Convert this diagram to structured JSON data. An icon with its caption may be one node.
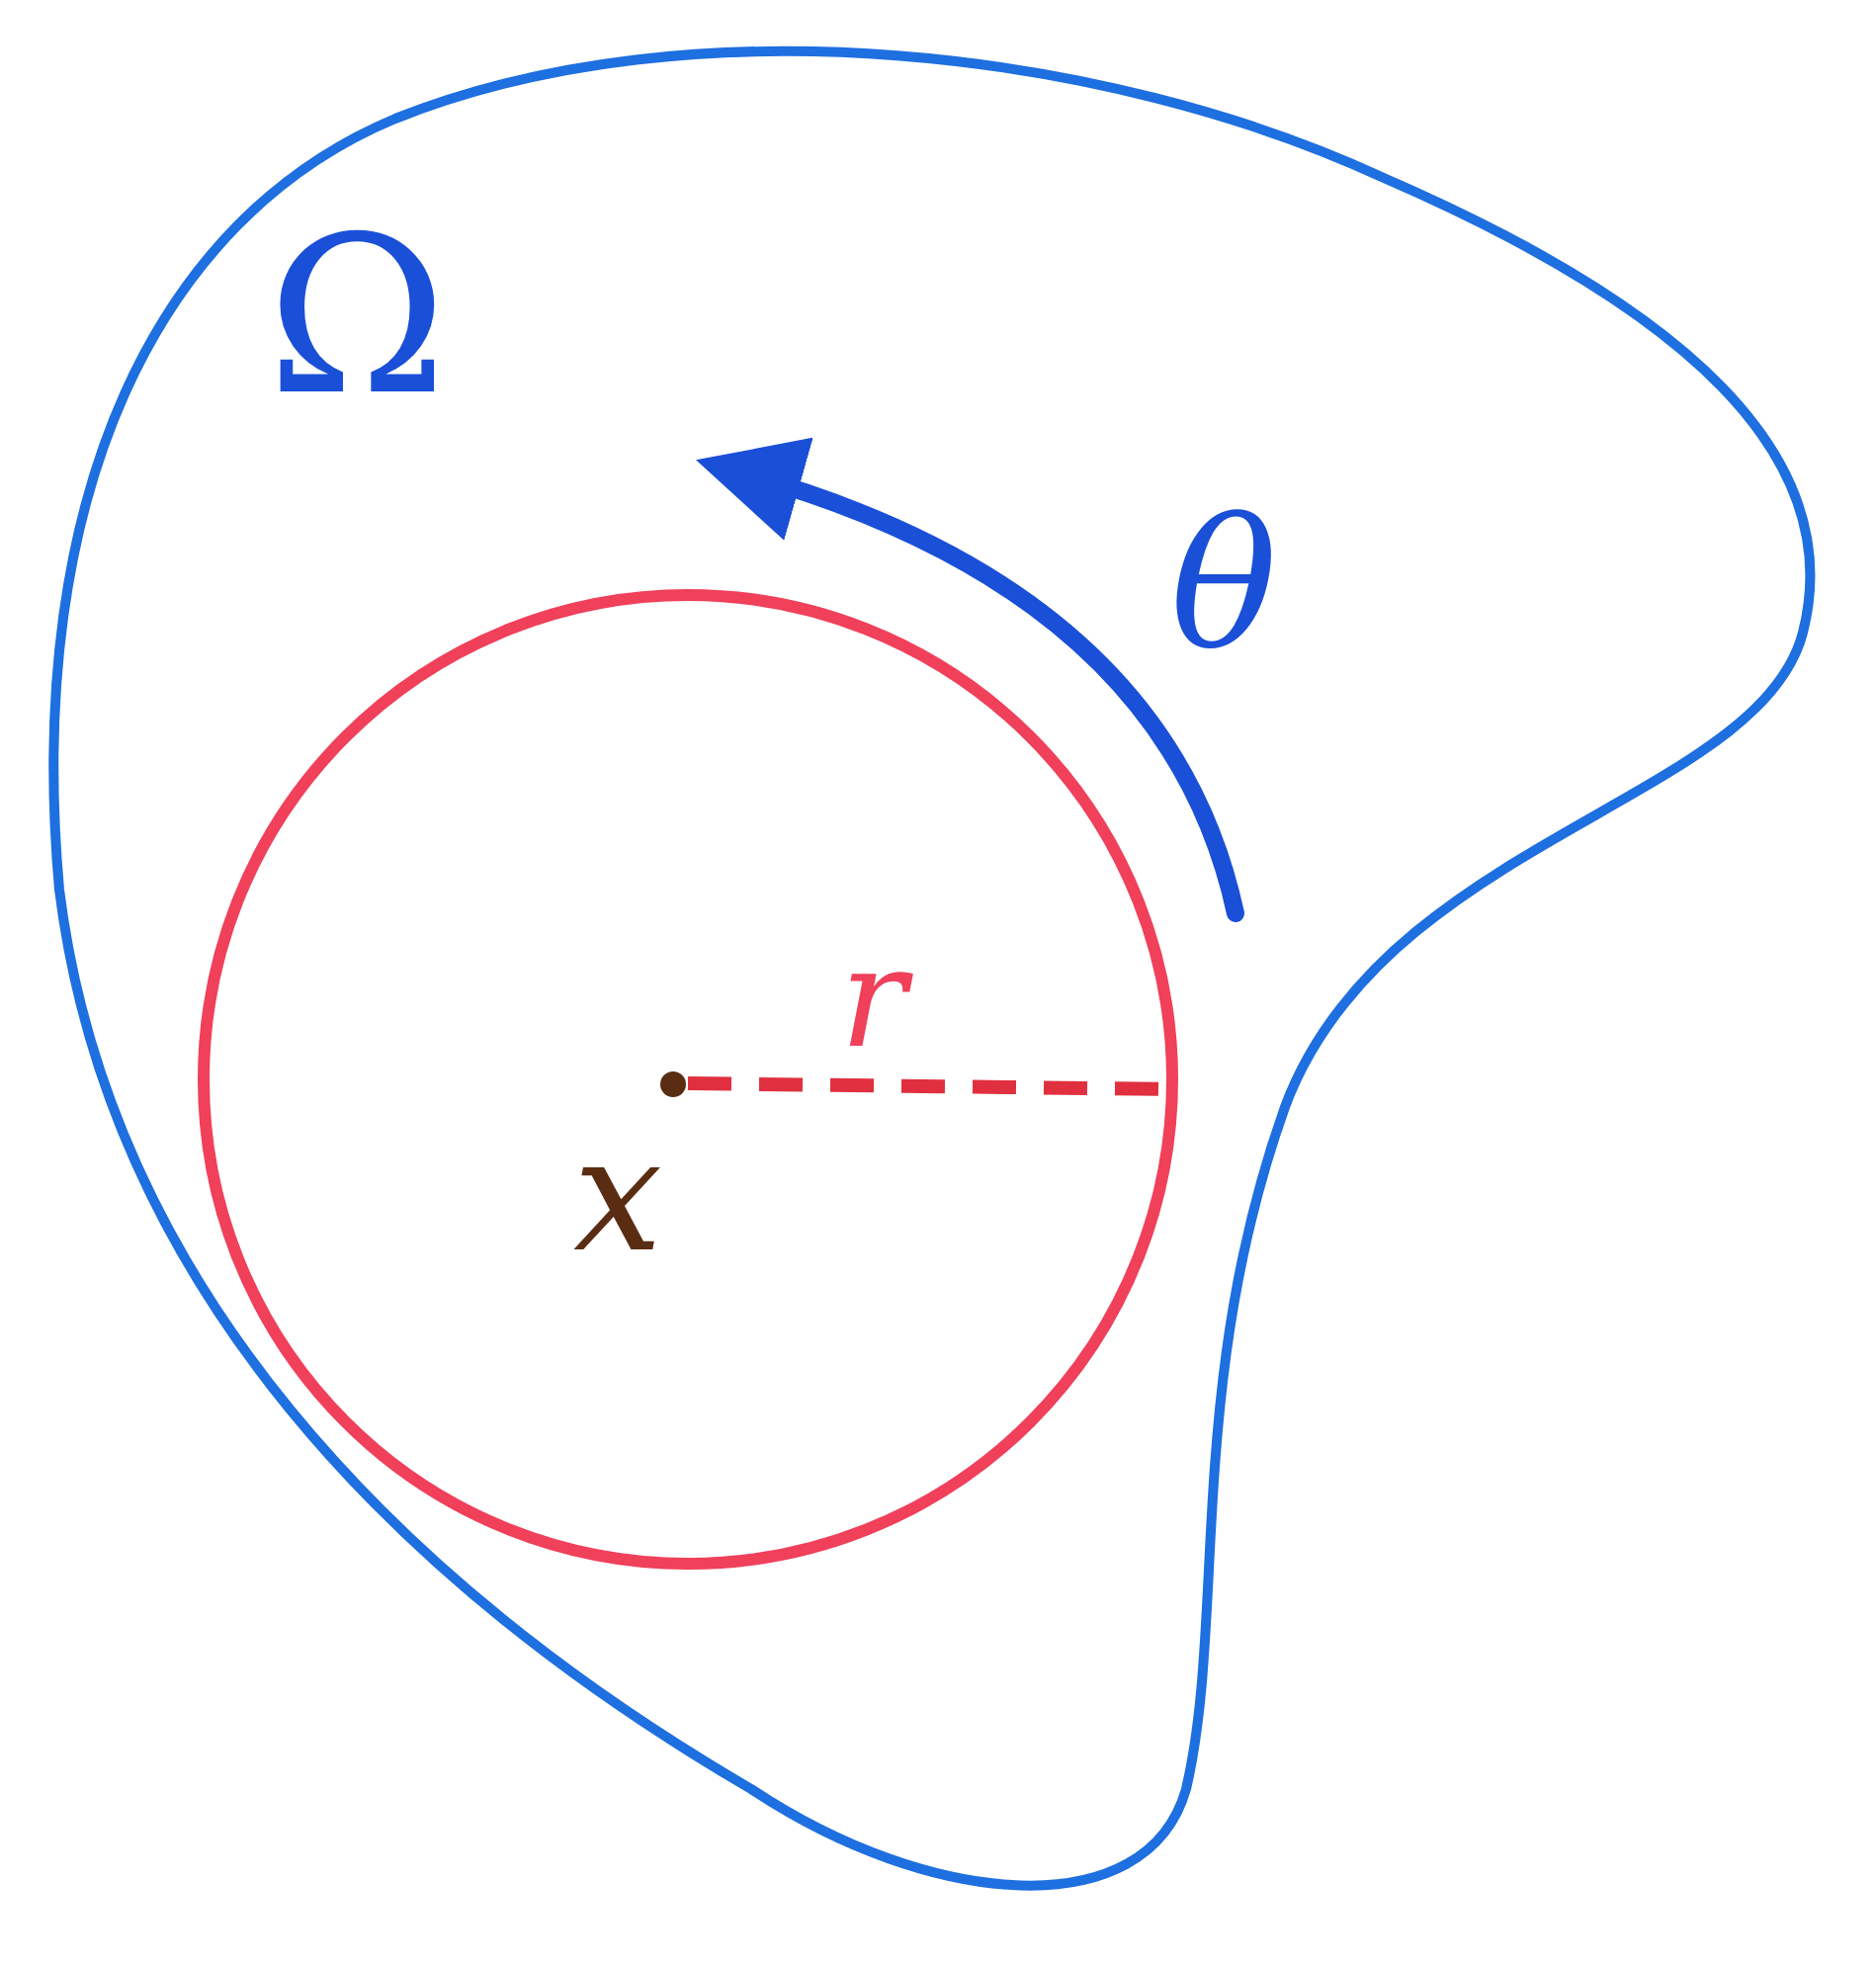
{
  "diagram": {
    "nodes": [
      {
        "text": [
          "Ω"
        ]
      },
      {
        "text": [],
        "shape": "circle",
        "in": 0
      },
      {
        "text": [],
        "shape": "circle",
        "in": 1,
        "beside": [
          "x"
        ]
      }
    ],
    "labels": [
      "θ",
      "r"
    ]
  }
}
